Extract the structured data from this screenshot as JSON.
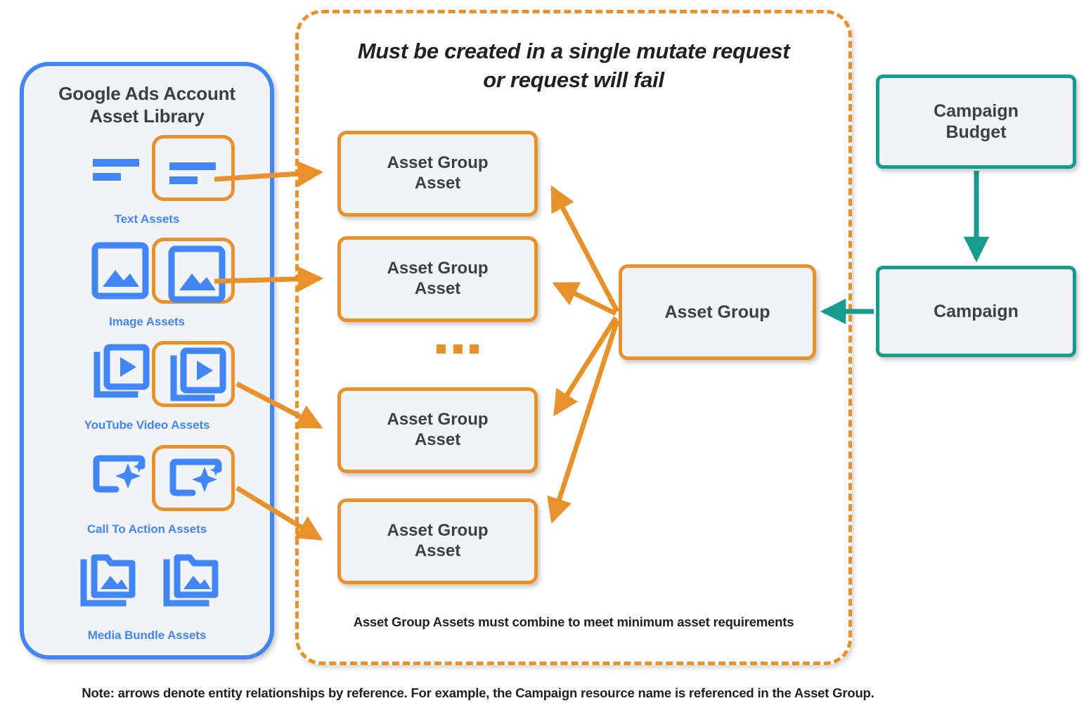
{
  "sidebar": {
    "title_line1": "Google Ads Account",
    "title_line2": "Asset Library",
    "assets": [
      {
        "label": "Text Assets",
        "icon": "text-asset-icon"
      },
      {
        "label": "Image Assets",
        "icon": "image-asset-icon"
      },
      {
        "label": "YouTube Video  Assets",
        "icon": "youtube-video-asset-icon"
      },
      {
        "label": "Call To Action Assets",
        "icon": "call-to-action-asset-icon"
      },
      {
        "label": "Media Bundle  Assets",
        "icon": "media-bundle-asset-icon"
      }
    ]
  },
  "mutate_container": {
    "title_line1": "Must be created in a single mutate request",
    "title_line2": "or request will fail",
    "footnote": "Asset Group Assets must combine to meet minimum asset requirements"
  },
  "nodes": {
    "asset_group_assets": [
      {
        "line1": "Asset Group",
        "line2": "Asset"
      },
      {
        "line1": "Asset Group",
        "line2": "Asset"
      },
      {
        "line1": "Asset Group",
        "line2": "Asset"
      },
      {
        "line1": "Asset Group",
        "line2": "Asset"
      }
    ],
    "ellipsis": "...",
    "asset_group": "Asset Group",
    "campaign_budget_line1": "Campaign",
    "campaign_budget_line2": "Budget",
    "campaign": "Campaign"
  },
  "footer": {
    "note": "Note: arrows denote entity relationships by reference. For example, the Campaign resource name is referenced in the Asset Group."
  },
  "colors": {
    "orange": "#e8912b",
    "teal": "#179b8e",
    "blue": "#4285f4",
    "node_fill": "#f1f3f4",
    "text_dark": "#3c4043"
  }
}
